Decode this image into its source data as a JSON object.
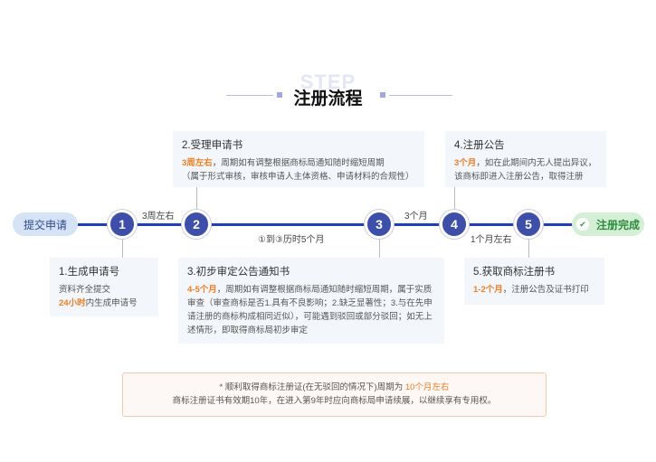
{
  "header": {
    "watermark": "STEP",
    "title": "注册流程"
  },
  "start_label": "提交申请",
  "end_label": "注册完成",
  "steps": [
    {
      "num": "1",
      "title": "1.生成申请号",
      "line1": "资料齐全提交",
      "highlight": "24小时",
      "rest": "内生成申请号"
    },
    {
      "num": "2",
      "title": "2.受理申请书",
      "highlight": "3周左右",
      "rest": "，周期如有调整根据商标局通知随时缩短周期",
      "line2": "（属于形式审核，审核申请人主体资格、申请材料的合规性）"
    },
    {
      "num": "3",
      "title": "3.初步审定公告通知书",
      "highlight": "4-5个月",
      "rest": "，周期如有调整根据商标局通知随时缩短周期，属于实质审查（审查商标是否1.具有不良影响；2.缺乏显著性；3.与在先申请注册的商标构成相同近似），可能遇到驳回或部分驳回；如无上述情形，即取得商标局初步审定"
    },
    {
      "num": "4",
      "title": "4.注册公告",
      "highlight": "3个月",
      "rest": "，如在此期间内无人提出异议，该商标即进入注册公告，取得注册"
    },
    {
      "num": "5",
      "title": "5.获取商标注册书",
      "highlight": "1-2个月",
      "rest": "，注册公告及证书打印"
    }
  ],
  "durations": {
    "d12": "3周左右",
    "d13": "①到③历时5个月",
    "d34": "3个月",
    "d45": "1个月左右"
  },
  "note": {
    "line1_prefix": "* 顺利取得商标注册证(在无驳回的情况下)周期为 ",
    "line1_highlight": "10个月左右",
    "line2": "商标注册证书有效期10年，在进入第9年时应向商标局申请续展，以继续享有专用权。"
  },
  "colors": {
    "accent": "#3d4fa8",
    "track": "#1d3fbb",
    "highlight": "#f07f22",
    "success": "#2e8a3c"
  }
}
